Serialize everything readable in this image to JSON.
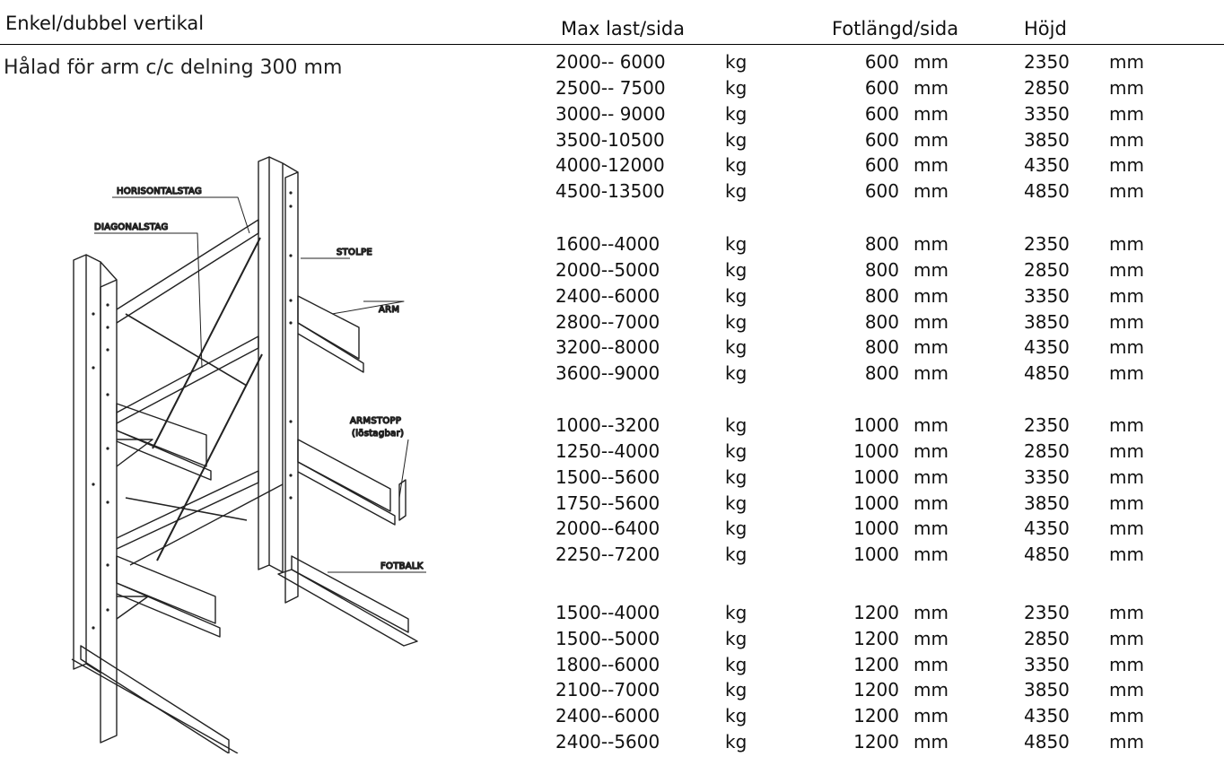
{
  "title": "Enkel/dubbel vertikal",
  "subtitle": "Hålad för arm c/c delning 300 mm",
  "headers": {
    "max_load": "Max last/sida",
    "foot_length": "Fotlängd/sida",
    "height": "Höjd"
  },
  "diagram_labels": {
    "horisontalstag": "HORISONTALSTAG",
    "diagonalstag": "DIAGONALSTAG",
    "stolpe": "STOLPE",
    "arm": "ARM",
    "armstopp": "ARMSTOPP",
    "armstopp_note": "(löstagbar)",
    "fotbalk": "FOTBALK"
  },
  "rows": [
    {
      "range": "2000-- 6000",
      "kg": "kg",
      "foot": "600",
      "mm1": "mm",
      "height": "2350",
      "mm2": "mm"
    },
    {
      "range": "2500-- 7500",
      "kg": "kg",
      "foot": "600",
      "mm1": "mm",
      "height": "2850",
      "mm2": "mm"
    },
    {
      "range": "3000-- 9000",
      "kg": "kg",
      "foot": "600",
      "mm1": "mm",
      "height": "3350",
      "mm2": "mm"
    },
    {
      "range": "3500-10500",
      "kg": "kg",
      "foot": "600",
      "mm1": "mm",
      "height": "3850",
      "mm2": "mm"
    },
    {
      "range": "4000-12000",
      "kg": "kg",
      "foot": "600",
      "mm1": "mm",
      "height": "4350",
      "mm2": "mm"
    },
    {
      "range": "4500-13500",
      "kg": "kg",
      "foot": "600",
      "mm1": "mm",
      "height": "4850",
      "mm2": "mm"
    },
    {
      "range": "1600--4000",
      "kg": "kg",
      "foot": "800",
      "mm1": "mm",
      "height": "2350",
      "mm2": "mm"
    },
    {
      "range": "2000--5000",
      "kg": "kg",
      "foot": "800",
      "mm1": "mm",
      "height": "2850",
      "mm2": "mm"
    },
    {
      "range": "2400--6000",
      "kg": "kg",
      "foot": "800",
      "mm1": "mm",
      "height": "3350",
      "mm2": "mm"
    },
    {
      "range": "2800--7000",
      "kg": "kg",
      "foot": "800",
      "mm1": "mm",
      "height": "3850",
      "mm2": "mm"
    },
    {
      "range": "3200--8000",
      "kg": "kg",
      "foot": "800",
      "mm1": "mm",
      "height": "4350",
      "mm2": "mm"
    },
    {
      "range": "3600--9000",
      "kg": "kg",
      "foot": "800",
      "mm1": "mm",
      "height": "4850",
      "mm2": "mm"
    },
    {
      "range": "1000--3200",
      "kg": "kg",
      "foot": "1000",
      "mm1": "mm",
      "height": "2350",
      "mm2": "mm"
    },
    {
      "range": "1250--4000",
      "kg": "kg",
      "foot": "1000",
      "mm1": "mm",
      "height": "2850",
      "mm2": "mm"
    },
    {
      "range": "1500--5600",
      "kg": "kg",
      "foot": "1000",
      "mm1": "mm",
      "height": "3350",
      "mm2": "mm"
    },
    {
      "range": "1750--5600",
      "kg": "kg",
      "foot": "1000",
      "mm1": "mm",
      "height": "3850",
      "mm2": "mm"
    },
    {
      "range": "2000--6400",
      "kg": "kg",
      "foot": "1000",
      "mm1": "mm",
      "height": "4350",
      "mm2": "mm"
    },
    {
      "range": "2250--7200",
      "kg": "kg",
      "foot": "1000",
      "mm1": "mm",
      "height": "4850",
      "mm2": "mm"
    },
    {
      "range": "1500--4000",
      "kg": "kg",
      "foot": "1200",
      "mm1": "mm",
      "height": "2350",
      "mm2": "mm"
    },
    {
      "range": "1500--5000",
      "kg": "kg",
      "foot": "1200",
      "mm1": "mm",
      "height": "2850",
      "mm2": "mm"
    },
    {
      "range": "1800--6000",
      "kg": "kg",
      "foot": "1200",
      "mm1": "mm",
      "height": "3350",
      "mm2": "mm"
    },
    {
      "range": "2100--7000",
      "kg": "kg",
      "foot": "1200",
      "mm1": "mm",
      "height": "3850",
      "mm2": "mm"
    },
    {
      "range": "2400--6000",
      "kg": "kg",
      "foot": "1200",
      "mm1": "mm",
      "height": "4350",
      "mm2": "mm"
    },
    {
      "range": "2400--5600",
      "kg": "kg",
      "foot": "1200",
      "mm1": "mm",
      "height": "4850",
      "mm2": "mm"
    }
  ]
}
